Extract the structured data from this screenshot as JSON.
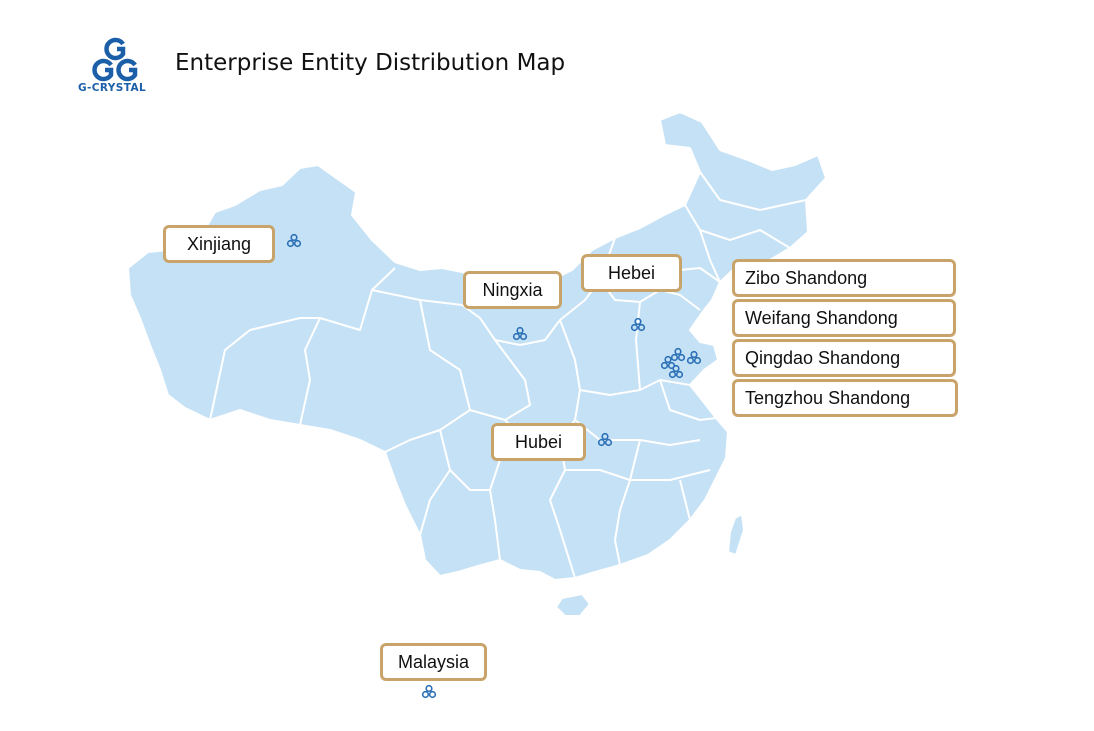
{
  "header": {
    "logo_text": "G-CRYSTAL",
    "title": "Enterprise Entity Distribution Map"
  },
  "colors": {
    "land": "#c5e1f5",
    "border_line": "#ffffff",
    "label_border": "#c9a46a",
    "marker": "#2a6fb5",
    "logo": "#1b5fa8"
  },
  "locations": [
    {
      "id": "xinjiang",
      "label": "Xinjiang",
      "icon": "entity-marker-icon"
    },
    {
      "id": "ningxia",
      "label": "Ningxia",
      "icon": "entity-marker-icon"
    },
    {
      "id": "hebei",
      "label": "Hebei",
      "icon": "entity-marker-icon"
    },
    {
      "id": "hubei",
      "label": "Hubei",
      "icon": "entity-marker-icon"
    },
    {
      "id": "zibo",
      "label": "Zibo Shandong",
      "icon": "entity-marker-icon"
    },
    {
      "id": "weifang",
      "label": "Weifang Shandong",
      "icon": "entity-marker-icon"
    },
    {
      "id": "qingdao",
      "label": "Qingdao Shandong",
      "icon": "entity-marker-icon"
    },
    {
      "id": "tengzhou",
      "label": "Tengzhou Shandong",
      "icon": "entity-marker-icon"
    },
    {
      "id": "malaysia",
      "label": "Malaysia",
      "icon": "entity-marker-icon"
    }
  ]
}
